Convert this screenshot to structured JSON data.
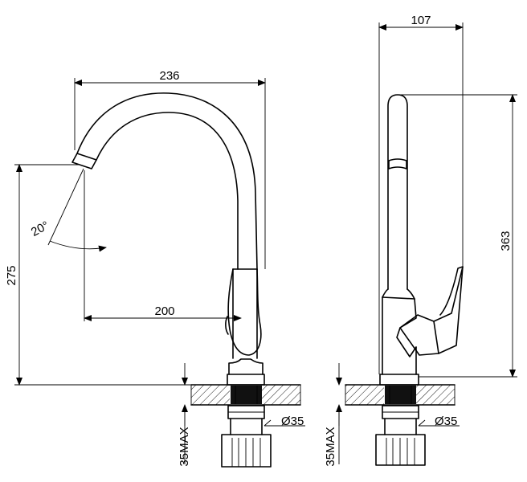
{
  "front_view": {
    "width_label": "236",
    "spout_height_label": "275",
    "reach_label": "200",
    "angle_label": "20°",
    "mount_thickness_label": "35MAX",
    "hole_diameter_label": "Ø35"
  },
  "side_view": {
    "depth_label": "107",
    "total_height_label": "363",
    "mount_thickness_label": "35MAX",
    "hole_diameter_label": "Ø35"
  }
}
